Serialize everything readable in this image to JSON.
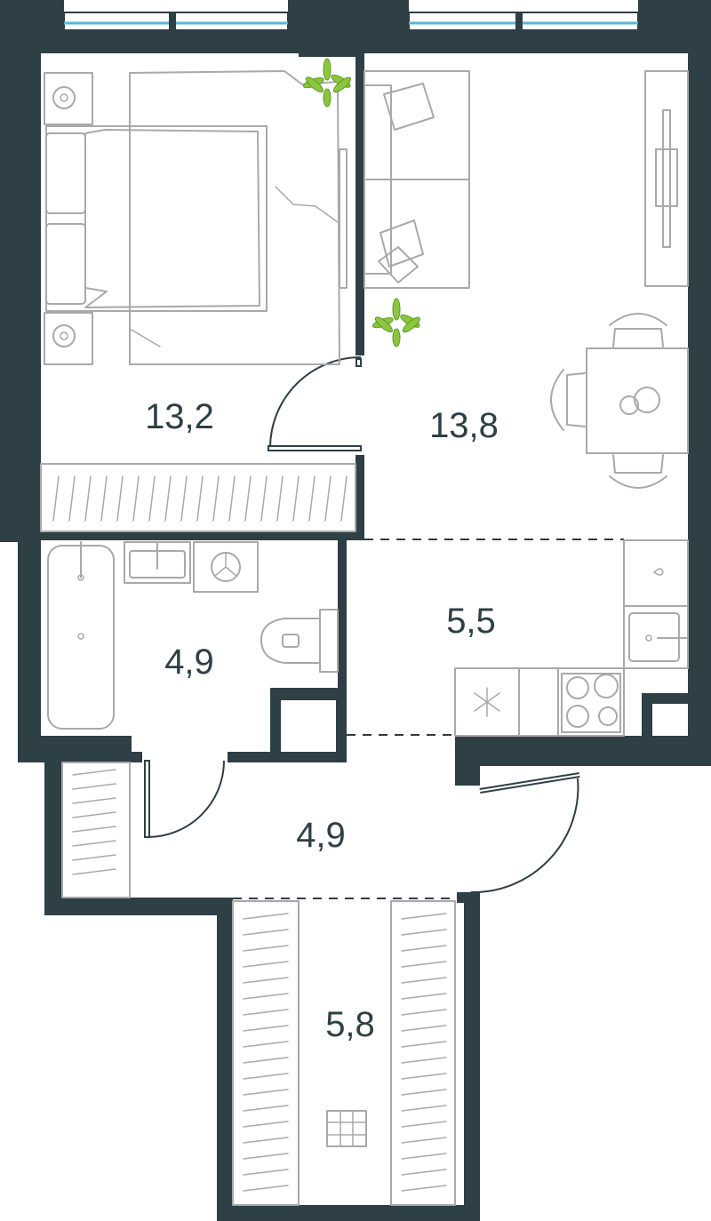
{
  "colors": {
    "wall": "#2e3f46",
    "furniture": "#a9a9a9",
    "plant": "#8cc63f",
    "window_glass": "#5ab4d6",
    "background": "#ffffff"
  },
  "rooms": [
    {
      "id": "bedroom",
      "area": "13,2"
    },
    {
      "id": "living-room",
      "area": "13,8"
    },
    {
      "id": "bathroom",
      "area": "4,9"
    },
    {
      "id": "kitchen",
      "area": "5,5"
    },
    {
      "id": "hallway",
      "area": "4,9"
    },
    {
      "id": "corridor",
      "area": "5,8"
    }
  ]
}
